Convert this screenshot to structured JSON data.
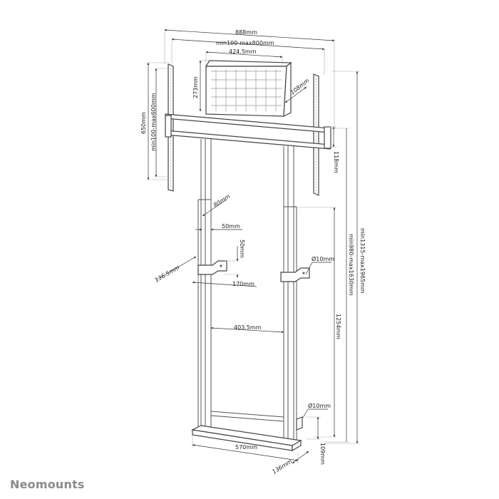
{
  "brand": {
    "name": "Neomounts",
    "color": "#8a8a8a"
  },
  "diagram": {
    "subject": "motorized floor-to-wall TV stand technical drawing",
    "line_color": "#555555",
    "dimensions": {
      "overall_width": "888mm",
      "vesa_width": "min100-max800mm",
      "shelf_width": "424.5mm",
      "shelf_height": "273mm",
      "shelf_depth": "108mm",
      "bracket_height": "650mm",
      "vesa_height": "min100-max600mm",
      "crossbar_height": "118mm",
      "column_depth": "80mm",
      "column_width": "50mm",
      "wall_bracket_height": "50mm",
      "wall_bracket_width": "170mm",
      "wall_bracket_depth": "136.5mm",
      "wall_hole_diameter": "Ø10mm",
      "column_spacing": "403.5mm",
      "wall_bracket_floor_height": "1254mm",
      "screen_center_range": "min980-max1630mm",
      "total_height_range": "min1315-max1965mm",
      "floor_hole_diameter": "Ø10mm",
      "base_width": "570mm",
      "base_height": "109mm",
      "base_depth": "136mm"
    }
  }
}
